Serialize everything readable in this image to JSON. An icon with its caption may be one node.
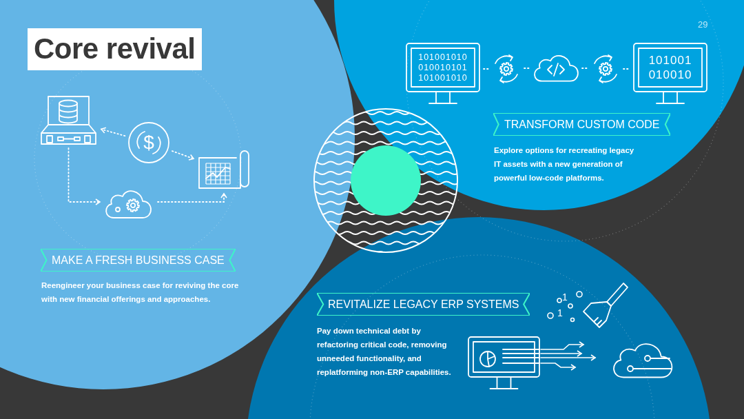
{
  "diagram": {
    "title": "Core revival",
    "nodes": [
      {
        "text": [],
        "shape": "picture"
      },
      {
        "text": [
          "$"
        ]
      },
      {
        "text": [],
        "shape": "picture"
      },
      {
        "text": [],
        "shape": "picture"
      },
      {
        "text": [
          "101001010 010010101 101001010"
        ]
      },
      {
        "text": [],
        "shape": "picture"
      },
      {
        "text": [],
        "shape": "picture"
      },
      {
        "text": [],
        "shape": "picture"
      },
      {
        "text": [
          "101001 010010"
        ]
      },
      {
        "text": [],
        "shape": "picture"
      }
    ],
    "edges": [
      {
        "from": 1,
        "to": 0,
        "arrow": "to",
        "style": "dashed"
      },
      {
        "from": 1,
        "to": 2,
        "arrow": "to",
        "style": "dashed"
      },
      {
        "from": 0,
        "to": 3,
        "arrow": "to",
        "style": "dashed"
      },
      {
        "from": 3,
        "to": 2,
        "arrow": "to",
        "style": "dashed"
      },
      {
        "from": 4,
        "to": 5,
        "arrow": "none",
        "style": "dashed"
      },
      {
        "from": 5,
        "to": 6,
        "arrow": "none",
        "style": "dashed"
      },
      {
        "from": 6,
        "to": 7,
        "arrow": "none",
        "style": "dashed"
      },
      {
        "from": 7,
        "to": 8,
        "arrow": "none",
        "style": "dashed"
      },
      {
        "from": 9,
        "to": null,
        "arrow": "to"
      },
      {
        "from": 9,
        "to": null,
        "arrow": "to"
      },
      {
        "from": 9,
        "to": null,
        "arrow": "to"
      },
      {
        "from": 9,
        "to": null,
        "arrow": "to"
      }
    ],
    "labels": [
      "29",
      "TRANSFORM CUSTOM CODE",
      "Explore options for recreating legacy IT assets with a new generation of powerful low-code platforms.",
      "MAKE A FRESH BUSINESS CASE",
      "Reengineer your business case for reviving the core with new financial offerings and approaches.",
      "REVITALIZE LEGACY ERP SYSTEMS",
      "1",
      "1",
      "Pay down technical debt by refactoring critical code, removing unneeded functionality, and replatforming non-ERP capabilities."
    ]
  }
}
